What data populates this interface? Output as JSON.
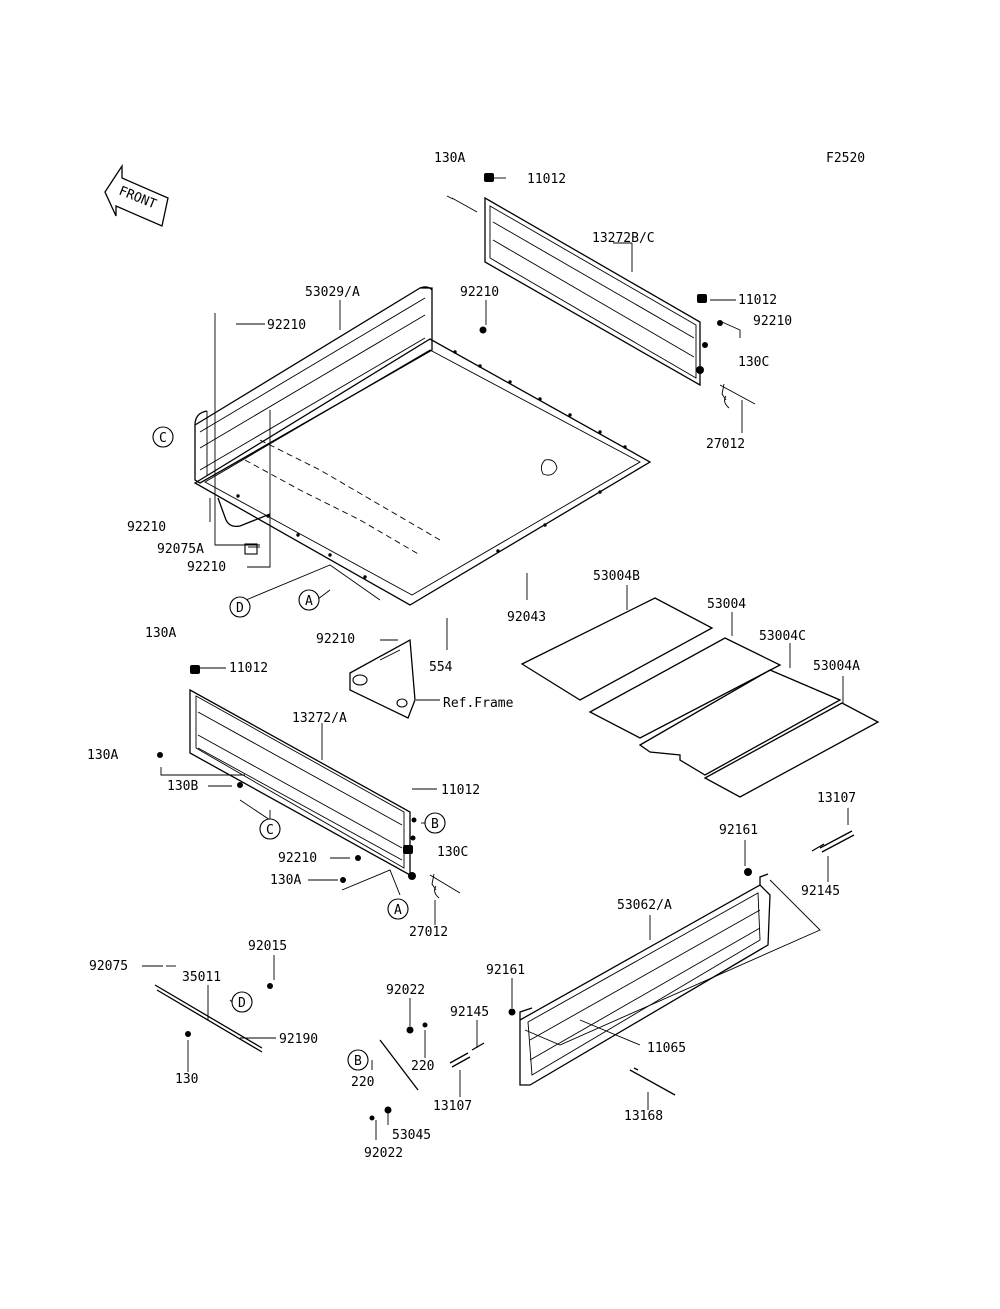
{
  "figure_code": "F2520",
  "front_arrow": {
    "label": "FRONT",
    "icon": "front-arrow-icon"
  },
  "callouts": {
    "c1": "C",
    "c2": "C",
    "d1": "D",
    "d2": "D",
    "a1": "A",
    "a2": "A",
    "b1": "B",
    "b2": "B"
  },
  "labels": {
    "l_130A_top": "130A",
    "l_11012_top": "11012",
    "l_13272BC": "13272B/C",
    "l_11012_right": "11012",
    "l_92210_right": "92210",
    "l_130C_right": "130C",
    "l_27012_right": "27012",
    "l_53029A": "53029/A",
    "l_92210_upleft": "92210",
    "l_92210_center": "92210",
    "l_92210_left": "92210",
    "l_92075A": "92075A",
    "l_92210_left2": "92210",
    "l_92210_mid": "92210",
    "l_92043": "92043",
    "l_554": "554",
    "l_ref_frame": "Ref.Frame",
    "l_53004B": "53004B",
    "l_53004": "53004",
    "l_53004C": "53004C",
    "l_53004A": "53004A",
    "l_130A_mid": "130A",
    "l_11012_mid": "11012",
    "l_13272A": "13272/A",
    "l_130A_left": "130A",
    "l_130B": "130B",
    "l_11012_mid2": "11012",
    "l_130C_mid": "130C",
    "l_92210_low": "92210",
    "l_130A_low": "130A",
    "l_27012_mid": "27012",
    "l_13107_right": "13107",
    "l_92161": "92161",
    "l_92145_right": "92145",
    "l_53062A": "53062/A",
    "l_92015": "92015",
    "l_92075": "92075",
    "l_35011": "35011",
    "l_92190": "92190",
    "l_130": "130",
    "l_92022_top": "92022",
    "l_92161_low": "92161",
    "l_92145_low": "92145",
    "l_220_a": "220",
    "l_220_b": "220",
    "l_11065": "11065",
    "l_13107_low": "13107",
    "l_53045": "53045",
    "l_92022_low": "92022",
    "l_13168": "13168"
  }
}
